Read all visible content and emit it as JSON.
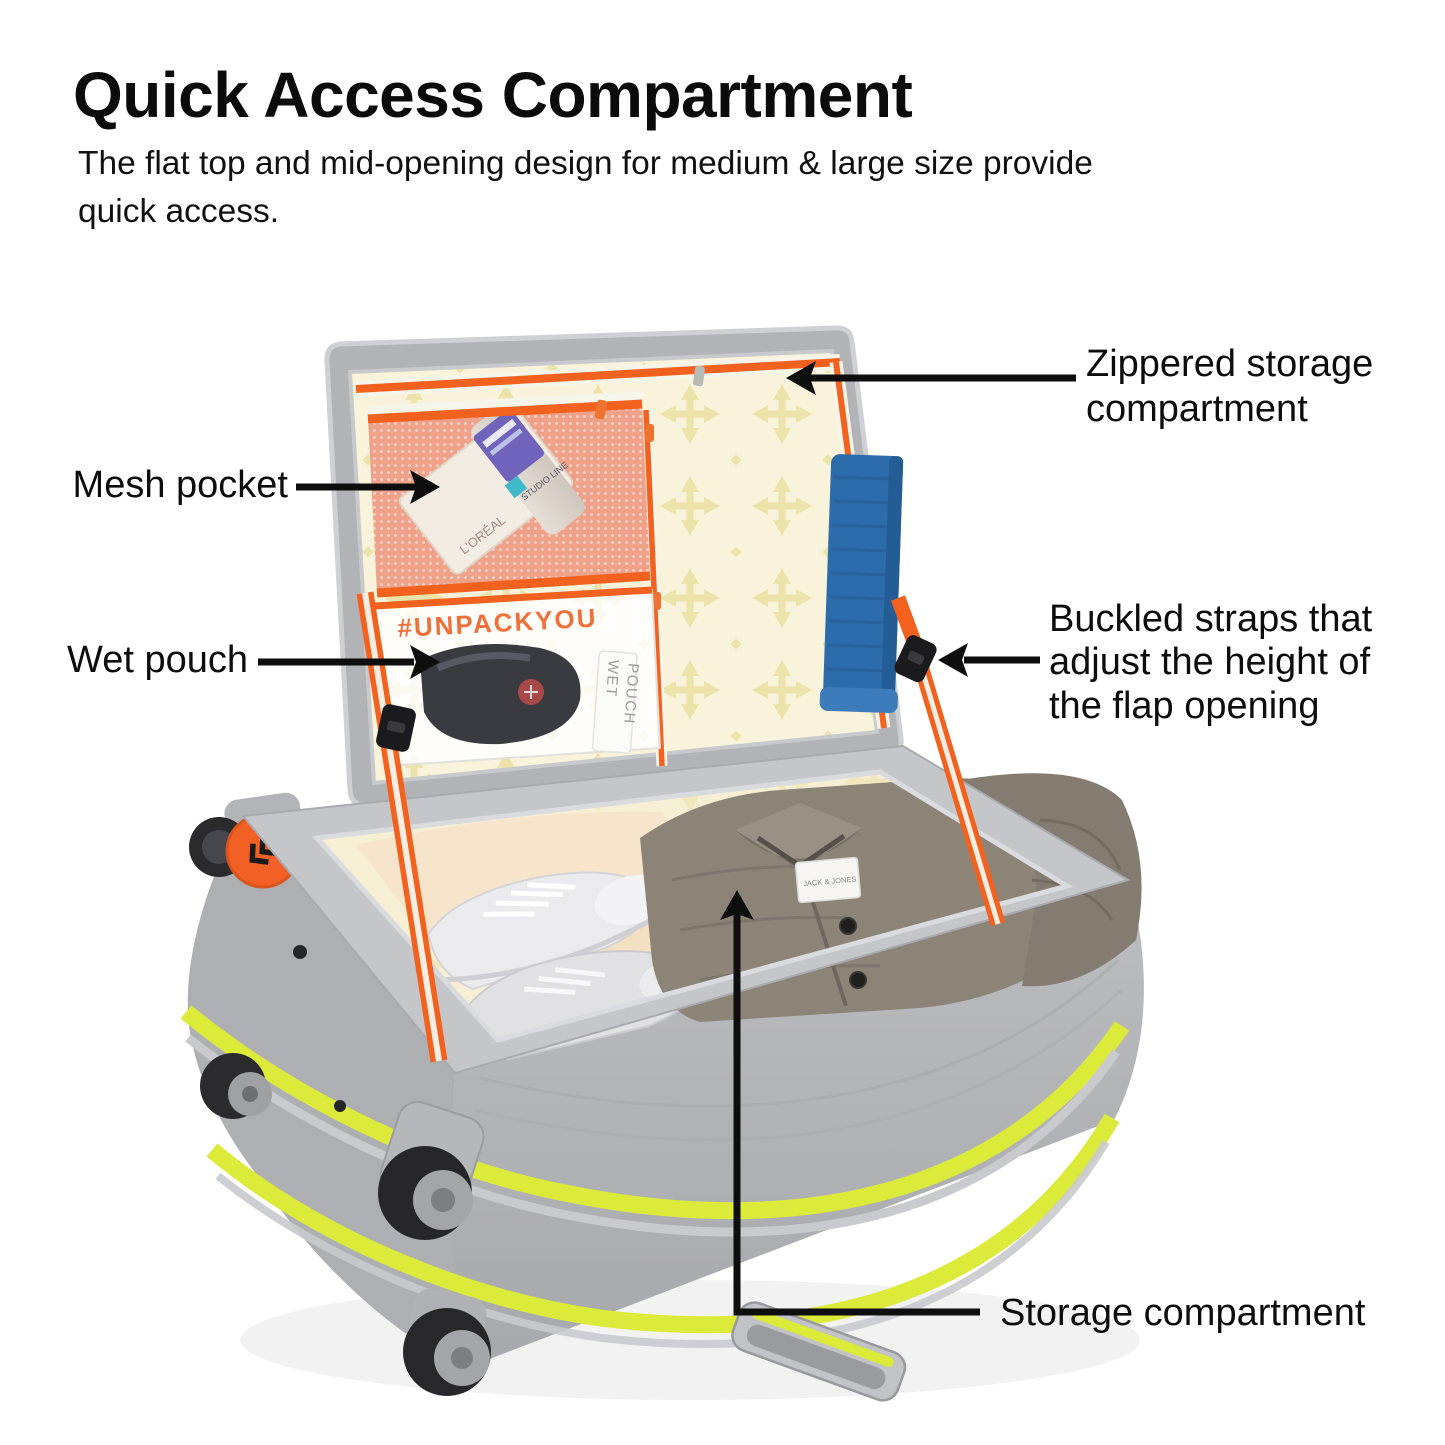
{
  "title": "Quick Access Compartment",
  "subtitle": "The flat top and mid-opening design for medium & large size provide quick access.",
  "callouts": {
    "mesh_pocket": "Mesh pocket",
    "wet_pouch": "Wet pouch",
    "zippered_storage": "Zippered storage compartment",
    "buckled_straps": "Buckled straps that adjust the height of the flap opening",
    "storage_compartment": "Storage compartment"
  },
  "suitcase": {
    "hashtag_print": "#UNPACKYOU",
    "wet_pouch_tag_line1": "WET",
    "wet_pouch_tag_line2": "POUCH",
    "cosmetic_card_text": "L'ORÉAL",
    "cosmetic_tube_text": "STUDIO LINE",
    "shirt_label_text": "JACK & JONES"
  },
  "colors": {
    "accent_orange": "#f2611e",
    "lime_green": "#dcea3a",
    "towel_blue": "#2d6cab",
    "shell_gray": "#b9babe",
    "lining_cream": "#f8f3da"
  }
}
